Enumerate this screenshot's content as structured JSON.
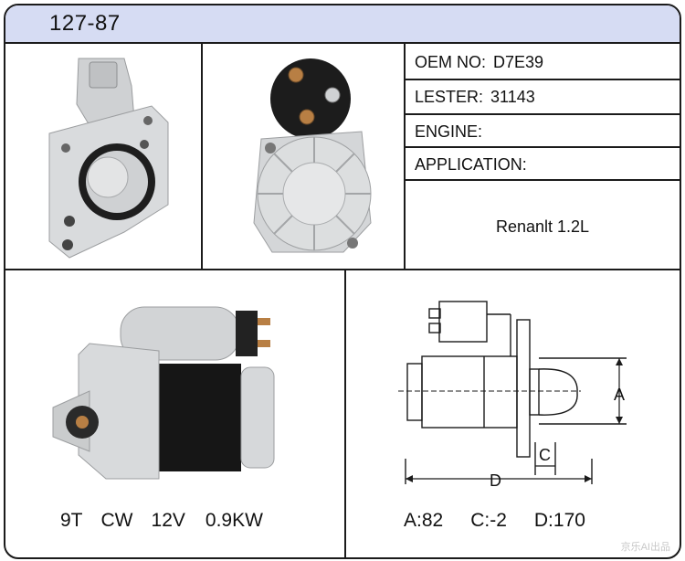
{
  "header": {
    "title": "127-87"
  },
  "specs": [
    {
      "label": "OEM NO:",
      "value": "D7E39"
    },
    {
      "label": "LESTER:",
      "value": "31143"
    },
    {
      "label": "ENGINE:",
      "value": ""
    },
    {
      "label": "APPLICATION:",
      "value": ""
    }
  ],
  "application_value": "Renanlt  1.2L",
  "specs_caption": [
    "9T",
    "CW",
    "12V",
    "0.9KW"
  ],
  "drawing": {
    "labels": {
      "a": "A",
      "c": "C",
      "d": "D"
    }
  },
  "dimensions_caption": [
    "A:82",
    "C:-2",
    "D:170"
  ],
  "watermark": "京乐AI出品",
  "colors": {
    "header_bg": "#d6dcf3",
    "border": "#1b1b1b"
  }
}
